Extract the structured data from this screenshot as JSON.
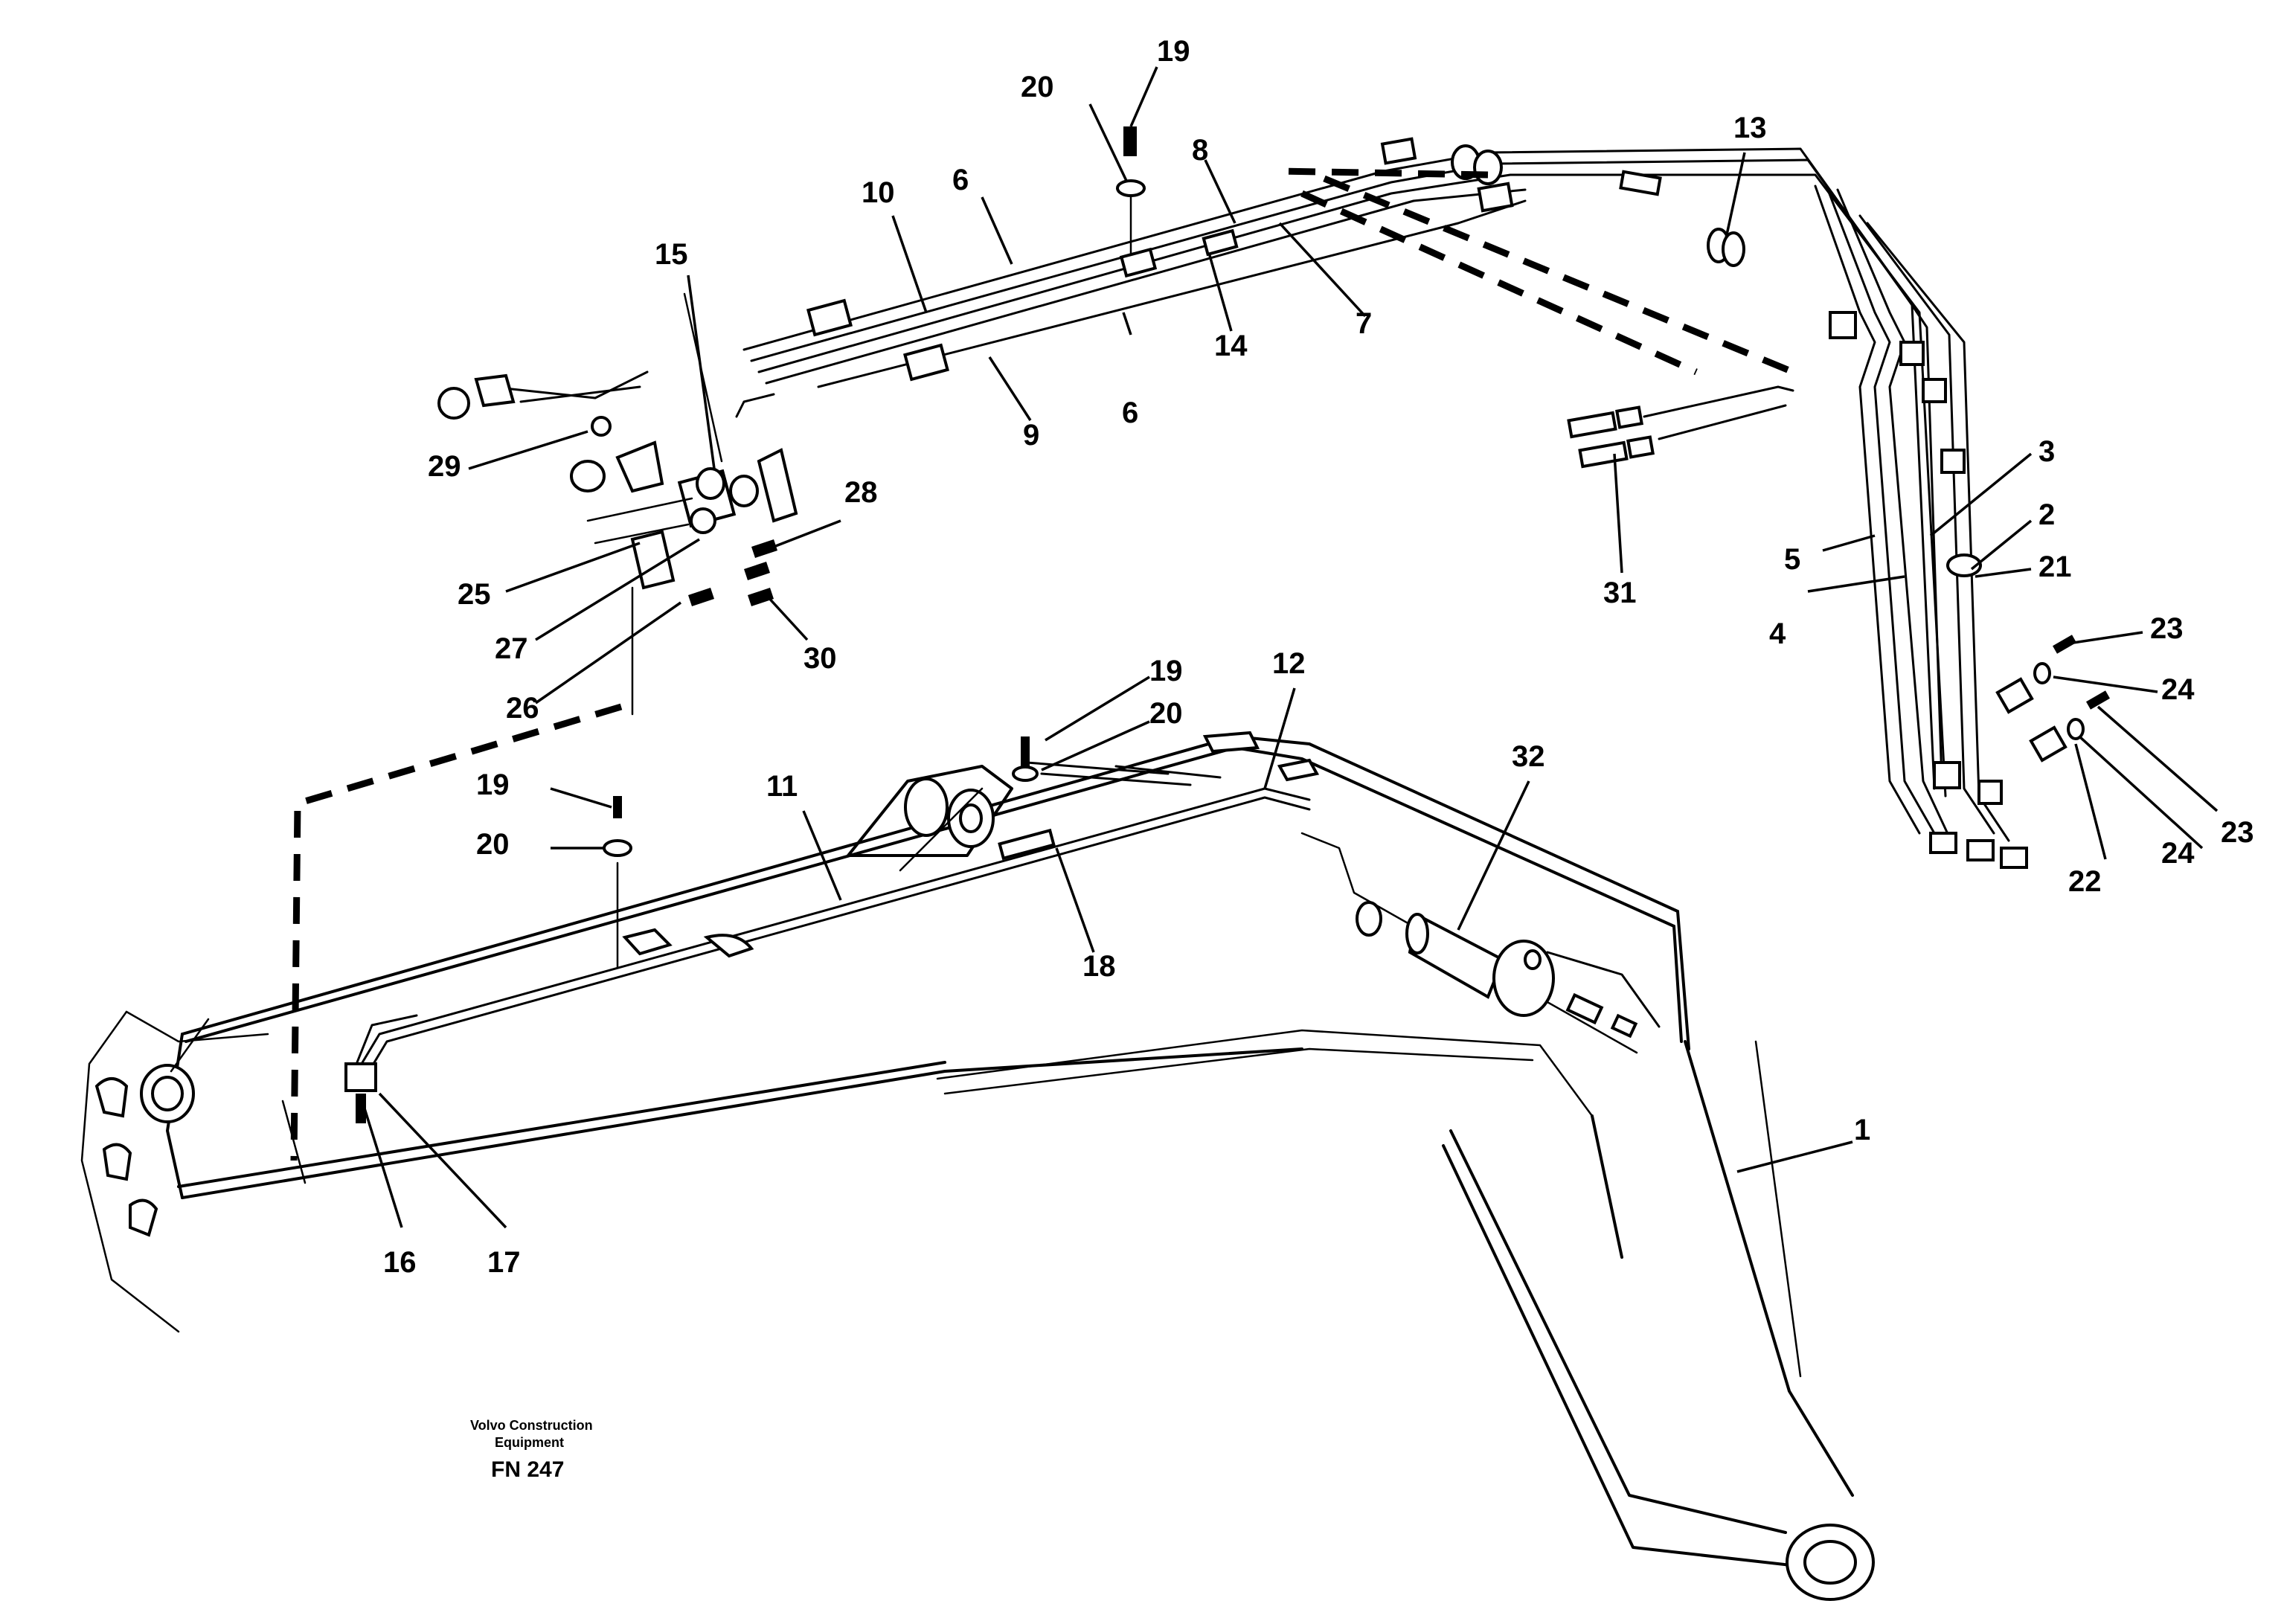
{
  "callouts": [
    "1",
    "2",
    "3",
    "4",
    "5",
    "6",
    "6",
    "7",
    "8",
    "9",
    "10",
    "11",
    "12",
    "13",
    "14",
    "15",
    "16",
    "17",
    "18",
    "19",
    "19",
    "19",
    "20",
    "20",
    "20",
    "21",
    "22",
    "23",
    "23",
    "24",
    "24",
    "25",
    "26",
    "27",
    "28",
    "29",
    "30",
    "31",
    "32"
  ],
  "caption": {
    "line1": "Volvo Construction",
    "line2": "Equipment",
    "code": "FN 247"
  }
}
